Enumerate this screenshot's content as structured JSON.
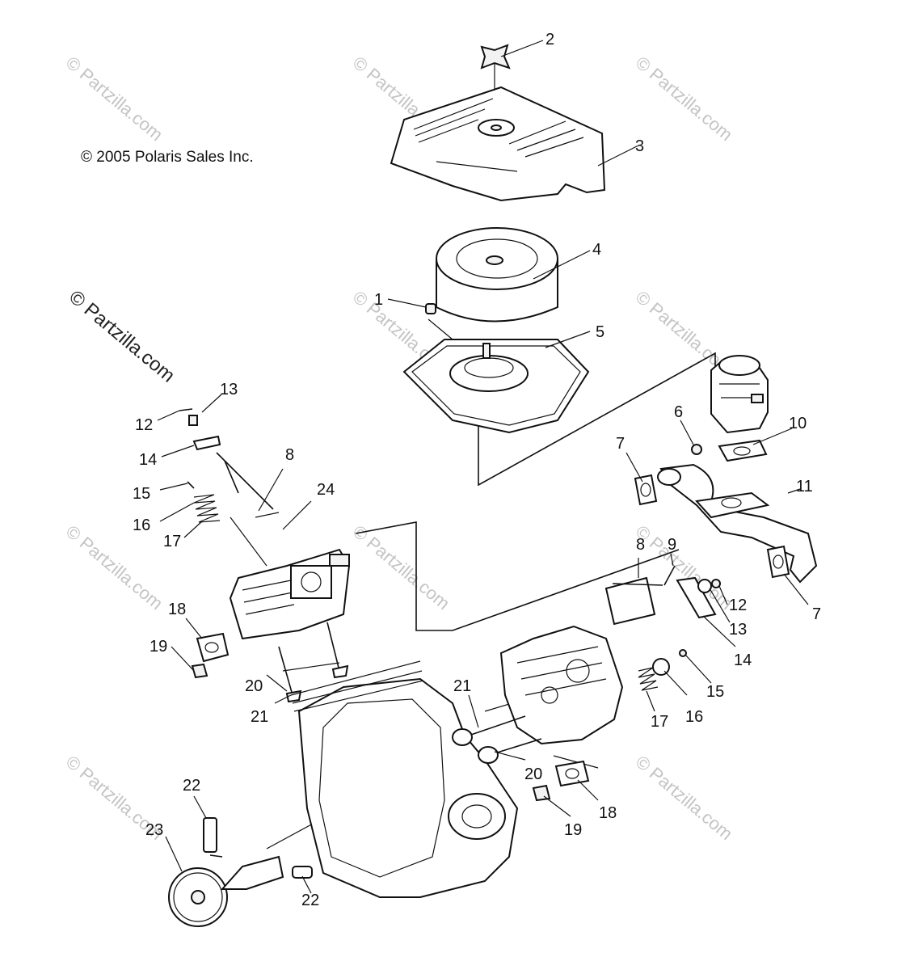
{
  "copyright": "© 2005 Polaris Sales Inc.",
  "watermark_big": "© Partzilla.com",
  "watermark": "© Partzilla.com",
  "callouts": [
    "1",
    "2",
    "3",
    "4",
    "5",
    "6",
    "7",
    "7",
    "8",
    "8",
    "9",
    "10",
    "11",
    "12",
    "12",
    "13",
    "13",
    "14",
    "14",
    "15",
    "15",
    "16",
    "16",
    "17",
    "17",
    "18",
    "18",
    "19",
    "19",
    "20",
    "20",
    "21",
    "21",
    "22",
    "22",
    "23",
    "24"
  ]
}
